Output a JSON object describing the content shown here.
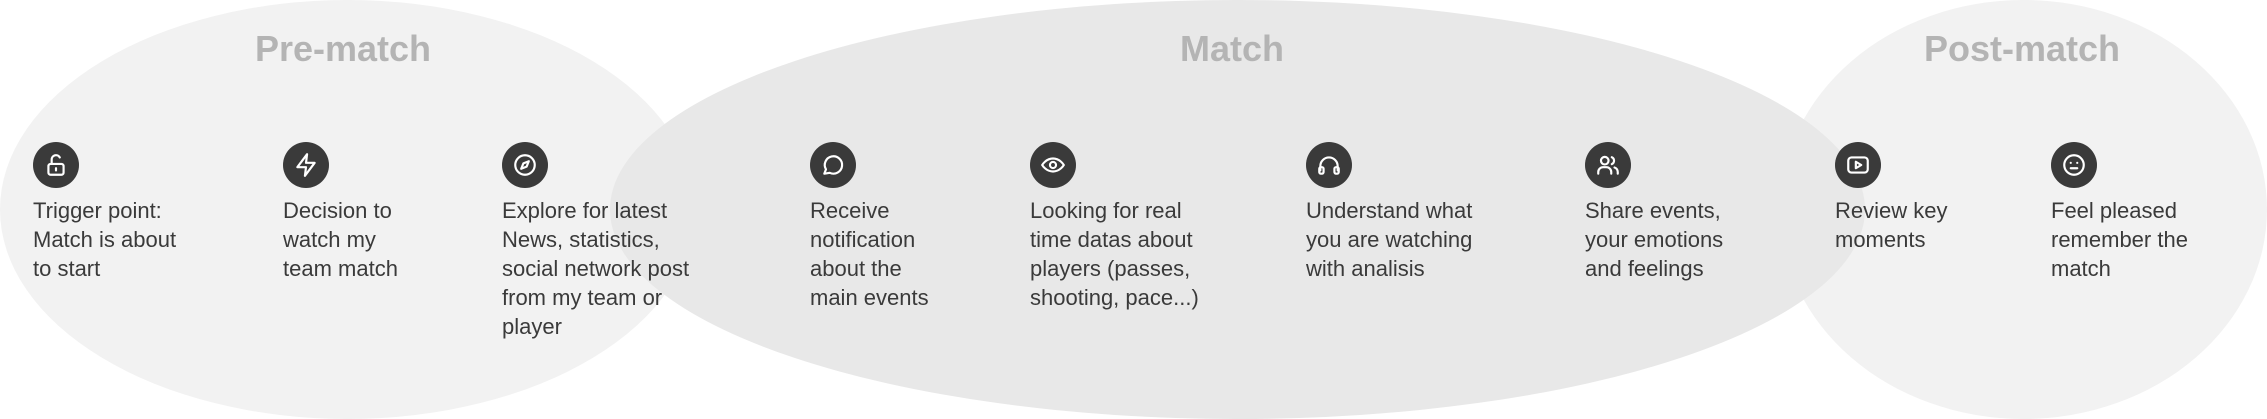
{
  "phases": [
    {
      "title": "Pre-match"
    },
    {
      "title": "Match"
    },
    {
      "title": "Post-match"
    }
  ],
  "steps": [
    {
      "icon": "unlock-icon",
      "text": "Trigger point:\nMatch is about\nto start"
    },
    {
      "icon": "lightning-icon",
      "text": "Decision to\nwatch my\nteam match"
    },
    {
      "icon": "compass-icon",
      "text": "Explore for latest\nNews, statistics,\nsocial network post\nfrom my team or\nplayer"
    },
    {
      "icon": "chat-bubble-icon",
      "text": "Receive\nnotification\nabout the\nmain events"
    },
    {
      "icon": "eye-icon",
      "text": "Looking for real\ntime datas about\nplayers (passes,\nshooting, pace...)"
    },
    {
      "icon": "headphones-icon",
      "text": "Understand what\nyou are watching\nwith analisis"
    },
    {
      "icon": "users-icon",
      "text": "Share events,\nyour emotions\nand feelings"
    },
    {
      "icon": "play-video-icon",
      "text": "Review key\nmoments"
    },
    {
      "icon": "neutral-face-icon",
      "text": "Feel pleased\nremember the\nmatch"
    }
  ],
  "colors": {
    "phase_background": "#f2f2f2",
    "match_background": "#e8e8e8",
    "title": "#b4b4b4",
    "icon_circle": "#3a3a3a",
    "text": "#3a3a3a"
  }
}
